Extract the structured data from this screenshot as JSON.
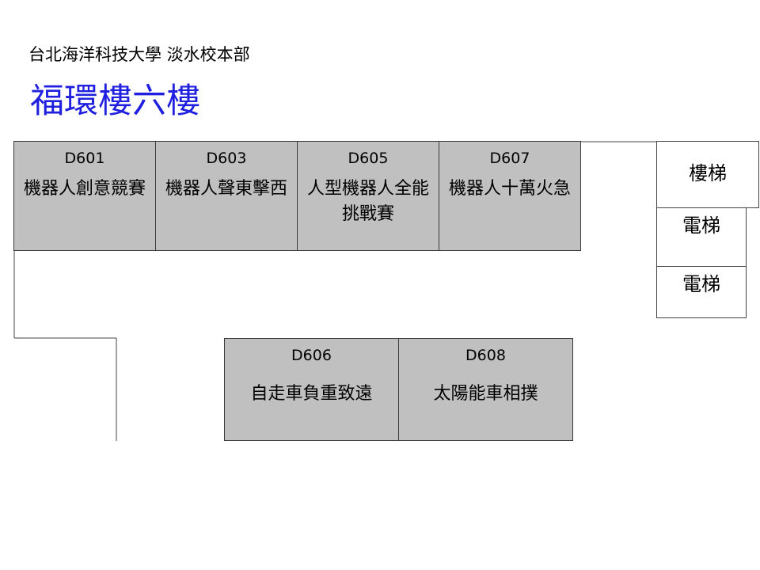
{
  "header": {
    "subtitle": "台北海洋科技大學 淡水校本部",
    "title": "福環樓六樓"
  },
  "rooms": [
    {
      "code": "D601",
      "name": "機器人創意競賽"
    },
    {
      "code": "D603",
      "name": "機器人聲東擊西"
    },
    {
      "code": "D605",
      "name": "人型機器人全能挑戰賽"
    },
    {
      "code": "D607",
      "name": "機器人十萬火急"
    },
    {
      "code": "D606",
      "name": "自走車負重致遠"
    },
    {
      "code": "D608",
      "name": "太陽能車相撲"
    }
  ],
  "facilities": {
    "stairs": "樓梯",
    "elevator_1": "電梯",
    "elevator_2": "電梯"
  },
  "colors": {
    "title": "#1f1fe0",
    "room_fill": "#c0c0c0"
  }
}
